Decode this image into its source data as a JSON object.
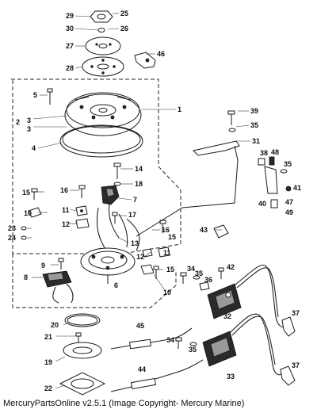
{
  "diagram": {
    "parts": [
      {
        "id": "p1",
        "label": "1"
      },
      {
        "id": "p2",
        "label": "2"
      },
      {
        "id": "p3",
        "label": "3"
      },
      {
        "id": "p4",
        "label": "4"
      },
      {
        "id": "p5",
        "label": "5"
      },
      {
        "id": "p6",
        "label": "6"
      },
      {
        "id": "p7",
        "label": "7"
      },
      {
        "id": "p8",
        "label": "8"
      },
      {
        "id": "p9",
        "label": "9"
      },
      {
        "id": "p10",
        "label": "10"
      },
      {
        "id": "p11",
        "label": "11"
      },
      {
        "id": "p12",
        "label": "12"
      },
      {
        "id": "p13",
        "label": "13"
      },
      {
        "id": "p14",
        "label": "14"
      },
      {
        "id": "p15",
        "label": "15"
      },
      {
        "id": "p16",
        "label": "16"
      },
      {
        "id": "p17",
        "label": "17"
      },
      {
        "id": "p18",
        "label": "18"
      },
      {
        "id": "p19",
        "label": "19"
      },
      {
        "id": "p20",
        "label": "20"
      },
      {
        "id": "p21",
        "label": "21"
      },
      {
        "id": "p22",
        "label": "22"
      },
      {
        "id": "p23",
        "label": "23"
      },
      {
        "id": "p24",
        "label": "24"
      },
      {
        "id": "p25",
        "label": "25"
      },
      {
        "id": "p26",
        "label": "26"
      },
      {
        "id": "p27",
        "label": "27"
      },
      {
        "id": "p28",
        "label": "28"
      },
      {
        "id": "p29",
        "label": "29"
      },
      {
        "id": "p30",
        "label": "30"
      },
      {
        "id": "p31",
        "label": "31"
      },
      {
        "id": "p32",
        "label": "32"
      },
      {
        "id": "p33",
        "label": "33"
      },
      {
        "id": "p34",
        "label": "34"
      },
      {
        "id": "p35",
        "label": "35"
      },
      {
        "id": "p36",
        "label": "36"
      },
      {
        "id": "p37",
        "label": "37"
      },
      {
        "id": "p38",
        "label": "38"
      },
      {
        "id": "p39",
        "label": "39"
      },
      {
        "id": "p40",
        "label": "40"
      },
      {
        "id": "p41",
        "label": "41"
      },
      {
        "id": "p42",
        "label": "42"
      },
      {
        "id": "p43",
        "label": "43"
      },
      {
        "id": "p44",
        "label": "44"
      },
      {
        "id": "p45",
        "label": "45"
      },
      {
        "id": "p46",
        "label": "46"
      },
      {
        "id": "p47",
        "label": "47"
      },
      {
        "id": "p48",
        "label": "48"
      },
      {
        "id": "p49",
        "label": "49"
      }
    ]
  },
  "footer": {
    "caption": "MercuryPartsOnline v2.5.1 (Image Copyright- Mercury Marine)"
  }
}
